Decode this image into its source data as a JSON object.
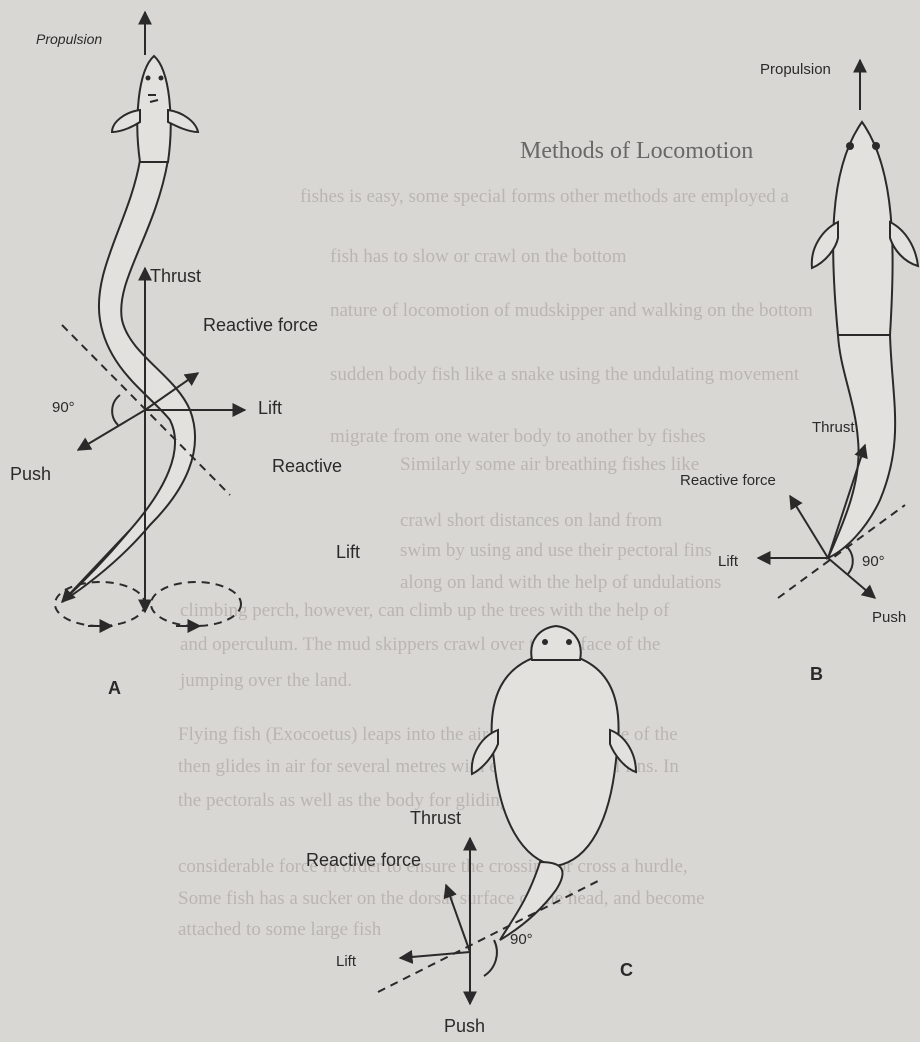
{
  "background_text": {
    "heading": "Methods of Locomotion",
    "lines": [
      "fishes is easy, some special forms other methods are employed a",
      "fish has to slow or crawl on the bottom",
      "nature of locomotion of mudskipper and walking on the bottom",
      "sudden body fish like a snake using the undulating movement",
      "migrate from one water body to another by fishes",
      "Similarly some air breathing fishes like",
      "crawl short distances on land from",
      "swim by using and use their pectoral fins",
      "along on land with the help of undulations",
      "climbing perch, however, can climb up the trees with the help of",
      "and operculum. The mud skippers crawl over the surface of the",
      "jumping over the land.",
      "Flying fish (Exocoetus) leaps into the air by powerful force of the",
      "then glides in air for several metres with enlarged pectoral fins. In",
      "the pectorals as well as the body for gliding.",
      "considerable force in order to ensure the crossing or cross a hurdle,",
      "Some fish has a sucker on the dorsal surface of the head, and become",
      "attached to some large fish"
    ]
  },
  "diagram_A": {
    "label": "A",
    "propulsion": "Propulsion",
    "thrust": "Thrust",
    "reactive_force": "Reactive force",
    "lift": "Lift",
    "angle": "90°",
    "push": "Push",
    "reactive": "Reactive",
    "lift2": "Lift"
  },
  "diagram_B": {
    "label": "B",
    "propulsion": "Propulsion",
    "thrust": "Thrust",
    "reactive_force": "Reactive force",
    "lift": "Lift",
    "angle": "90°",
    "push": "Push"
  },
  "diagram_C": {
    "label": "C",
    "thrust": "Thrust",
    "reactive_force": "Reactive force",
    "lift": "Lift",
    "angle": "90°",
    "push": "Push"
  },
  "colors": {
    "paper": "#d9d7d4",
    "ink": "#2a2a2a",
    "faded_text": "#b9b6b2"
  }
}
